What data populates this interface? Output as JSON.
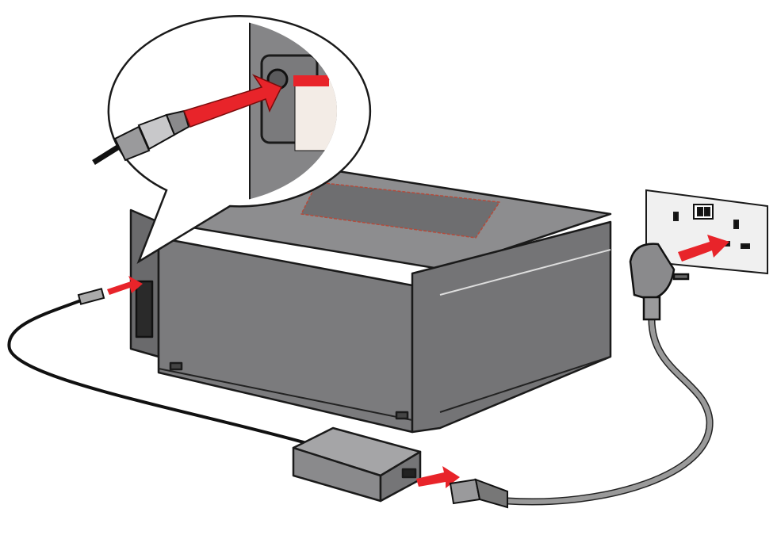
{
  "illustration": {
    "subject": "printer-power-connection",
    "colors": {
      "printer_body": "#7a7a7c",
      "printer_dark": "#5e5e60",
      "outline": "#1a1a1a",
      "arrow": "#e8242a",
      "outlet": "#ececec",
      "cable": "#8a8a8a"
    },
    "steps": [
      {
        "icon": "arrow-icon",
        "target": "printer-power-port"
      },
      {
        "icon": "arrow-icon",
        "target": "power-adapter"
      },
      {
        "icon": "arrow-icon",
        "target": "wall-outlet"
      }
    ]
  }
}
